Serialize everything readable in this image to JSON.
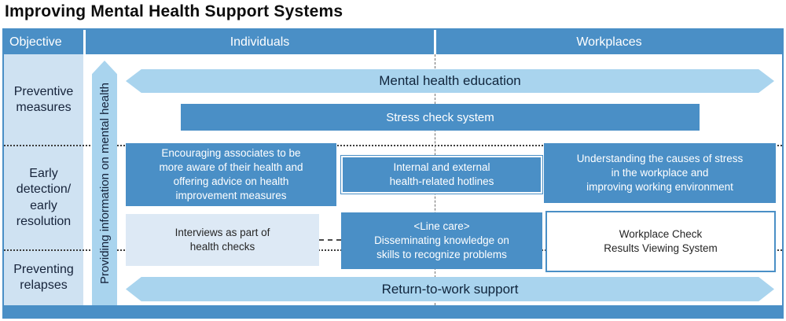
{
  "title": "Improving Mental Health Support Systems",
  "header": {
    "objective": "Objective",
    "individuals": "Individuals",
    "workplaces": "Workplaces"
  },
  "objectives": [
    {
      "label": "Preventive\nmeasures"
    },
    {
      "label": "Early\ndetection/\nearly\nresolution"
    },
    {
      "label": "Preventing\nrelapses"
    }
  ],
  "side_arrow": {
    "label": "Providing information on mental health"
  },
  "bands": {
    "mental_health_education": "Mental health education",
    "return_to_work_support": "Return-to-work support"
  },
  "bars": {
    "stress_check_system": "Stress check system"
  },
  "boxes": {
    "encouraging": "Encouraging associates to be\nmore aware of their health and\noffering advice on health\nimprovement measures",
    "hotlines": "Internal and external\nhealth-related hotlines",
    "understanding": "Understanding the causes of stress\nin the workplace and\nimproving working environment",
    "interviews": "Interviews as part of\nhealth checks",
    "line_care": "<Line care>\nDisseminating knowledge on\nskills to recognize problems",
    "workplace_check": "Workplace Check\nResults Viewing System"
  },
  "colors": {
    "primary_blue": "#4a8fc6",
    "light_blue_arrow": "#a9d4ee",
    "column_background": "#cfe2f2",
    "pale_box": "#dde9f5",
    "text_dark": "#14223a",
    "text_white": "#ffffff"
  }
}
